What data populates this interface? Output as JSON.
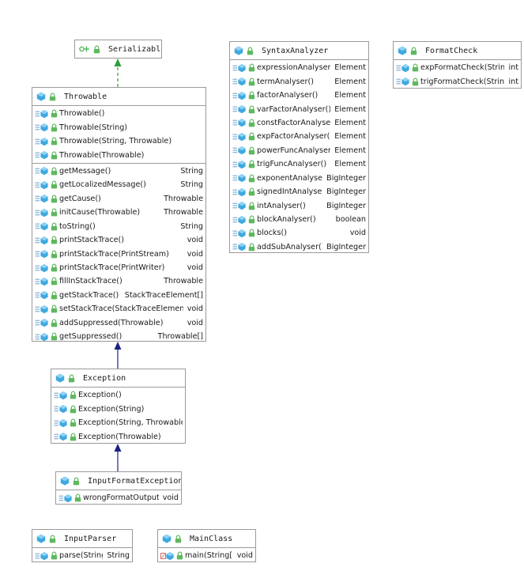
{
  "colors": {
    "border": "#9a9a9a",
    "class_icon": "#3fa9e0",
    "interface_icon": "#4caf50",
    "lock": "#5fb85f",
    "implements_arrow": "#2e9e3c",
    "extends_arrow": "#1a237e"
  },
  "icons": {
    "class": "class-icon",
    "interface": "interface-icon",
    "access": "lock-icon",
    "method": "method-icon",
    "static_method": "static-method-icon"
  },
  "classes": [
    {
      "id": "serializable",
      "name": "Serializable",
      "kind": "interface",
      "sections": []
    },
    {
      "id": "throwable",
      "name": "Throwable",
      "kind": "class",
      "sections": [
        [
          {
            "name": "Throwable()",
            "type": ""
          },
          {
            "name": "Throwable(String)",
            "type": ""
          },
          {
            "name": "Throwable(String, Throwable)",
            "type": ""
          },
          {
            "name": "Throwable(Throwable)",
            "type": ""
          }
        ],
        [
          {
            "name": "getMessage()",
            "type": "String"
          },
          {
            "name": "getLocalizedMessage()",
            "type": "String"
          },
          {
            "name": "getCause()",
            "type": "Throwable"
          },
          {
            "name": "initCause(Throwable)",
            "type": "Throwable"
          },
          {
            "name": "toString()",
            "type": "String"
          },
          {
            "name": "printStackTrace()",
            "type": "void"
          },
          {
            "name": "printStackTrace(PrintStream)",
            "type": "void"
          },
          {
            "name": "printStackTrace(PrintWriter)",
            "type": "void"
          },
          {
            "name": "fillInStackTrace()",
            "type": "Throwable"
          },
          {
            "name": "getStackTrace()",
            "type": "StackTraceElement[]"
          },
          {
            "name": "setStackTrace(StackTraceElement[])",
            "type": "void"
          },
          {
            "name": "addSuppressed(Throwable)",
            "type": "void"
          },
          {
            "name": "getSuppressed()",
            "type": "Throwable[]"
          }
        ]
      ]
    },
    {
      "id": "exception",
      "name": "Exception",
      "kind": "class",
      "sections": [
        [
          {
            "name": "Exception()",
            "type": ""
          },
          {
            "name": "Exception(String)",
            "type": ""
          },
          {
            "name": "Exception(String, Throwable)",
            "type": ""
          },
          {
            "name": "Exception(Throwable)",
            "type": ""
          }
        ]
      ]
    },
    {
      "id": "inputformatexception",
      "name": "InputFormatException",
      "kind": "class",
      "sections": [
        [
          {
            "name": "wrongFormatOutput()",
            "type": "void"
          }
        ]
      ]
    },
    {
      "id": "syntaxanalyzer",
      "name": "SyntaxAnalyzer",
      "kind": "class",
      "sections": [
        [
          {
            "name": "expressionAnalyser()",
            "type": "Element"
          },
          {
            "name": "termAnalyser()",
            "type": "Element"
          },
          {
            "name": "factorAnalyser()",
            "type": "Element"
          },
          {
            "name": "varFactorAnalyser()",
            "type": "Element"
          },
          {
            "name": "constFactorAnalyser()",
            "type": "Element"
          },
          {
            "name": "expFactorAnalyser()",
            "type": "Element"
          },
          {
            "name": "powerFuncAnalyser()",
            "type": "Element"
          },
          {
            "name": "trigFuncAnalyser()",
            "type": "Element"
          },
          {
            "name": "exponentAnalyser()",
            "type": "BigInteger"
          },
          {
            "name": "signedIntAnalyser()",
            "type": "BigInteger"
          },
          {
            "name": "intAnalyser()",
            "type": "BigInteger"
          },
          {
            "name": "blockAnalyser()",
            "type": "boolean"
          },
          {
            "name": "blocks()",
            "type": "void"
          },
          {
            "name": "addSubAnalyser()",
            "type": "BigInteger"
          }
        ]
      ]
    },
    {
      "id": "formatcheck",
      "name": "FormatCheck",
      "kind": "class",
      "sections": [
        [
          {
            "name": "expFormatCheck(String)",
            "type": "int"
          },
          {
            "name": "trigFormatCheck(String)",
            "type": "int"
          }
        ]
      ]
    },
    {
      "id": "inputparser",
      "name": "InputParser",
      "kind": "class",
      "sections": [
        [
          {
            "name": "parse(String)",
            "type": "String"
          }
        ]
      ]
    },
    {
      "id": "mainclass",
      "name": "MainClass",
      "kind": "class",
      "sections": [
        [
          {
            "name": "main(String[])",
            "type": "void",
            "static": true
          }
        ]
      ]
    }
  ],
  "relations": [
    {
      "from": "throwable",
      "to": "serializable",
      "type": "implements"
    },
    {
      "from": "exception",
      "to": "throwable",
      "type": "extends"
    },
    {
      "from": "inputformatexception",
      "to": "exception",
      "type": "extends"
    }
  ]
}
